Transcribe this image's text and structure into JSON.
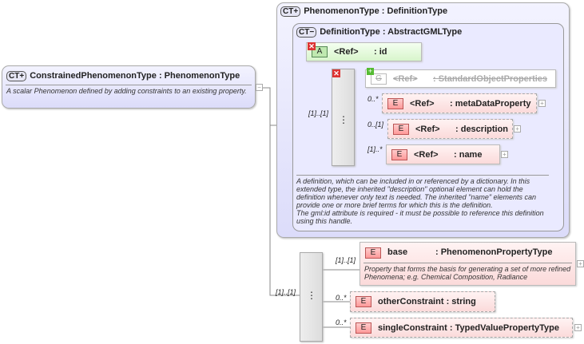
{
  "root": {
    "badge": "CT",
    "name": "ConstrainedPhenomenonType",
    "type": ": PhenomenonType",
    "description": "A scalar Phenomenon defined by adding constraints to an existing property."
  },
  "phenomenon_type": {
    "badge": "CT",
    "name": "PhenomenonType",
    "type": ": DefinitionType"
  },
  "definition_type": {
    "badge": "CT",
    "name": "DefinitionType",
    "type": ": AbstractGMLType",
    "attribute": {
      "badge": "A",
      "ref": "<Ref>",
      "name": ": id"
    },
    "sequence_card": "[1]..[1]",
    "group": {
      "badge": "G",
      "ref": "<Ref>",
      "name": ": StandardObjectProperties"
    },
    "elements": [
      {
        "card": "0..*",
        "badge": "E",
        "ref": "<Ref>",
        "name": ": metaDataProperty"
      },
      {
        "card": "0..[1]",
        "badge": "E",
        "ref": "<Ref>",
        "name": ": description"
      },
      {
        "card": "[1]..*",
        "badge": "E",
        "ref": "<Ref>",
        "name": ": name"
      }
    ],
    "description": "A definition, which can be included in or referenced by a dictionary. In this extended type, the inherited \"description\" optional element can hold the definition whenever only text is needed. The inherited \"name\" elements can provide one or more brief terms for which this is the definition.\nThe gml:id attribute is required - it must be possible to reference this definition using this handle."
  },
  "sequence": {
    "card": "[1]..[1]",
    "elements": [
      {
        "card": "[1]..[1]",
        "badge": "E",
        "name": "base",
        "type": ": PhenomenonPropertyType",
        "description": "Property that forms the basis for generating a set of more refined Phenomena; e.g. Chemical Composition, Radiance"
      },
      {
        "card": "0..*",
        "badge": "E",
        "name": "otherConstraint",
        "type": ": string"
      },
      {
        "card": "0..*",
        "badge": "E",
        "name": "singleConstraint",
        "type": ": TypedValuePropertyType"
      }
    ]
  }
}
